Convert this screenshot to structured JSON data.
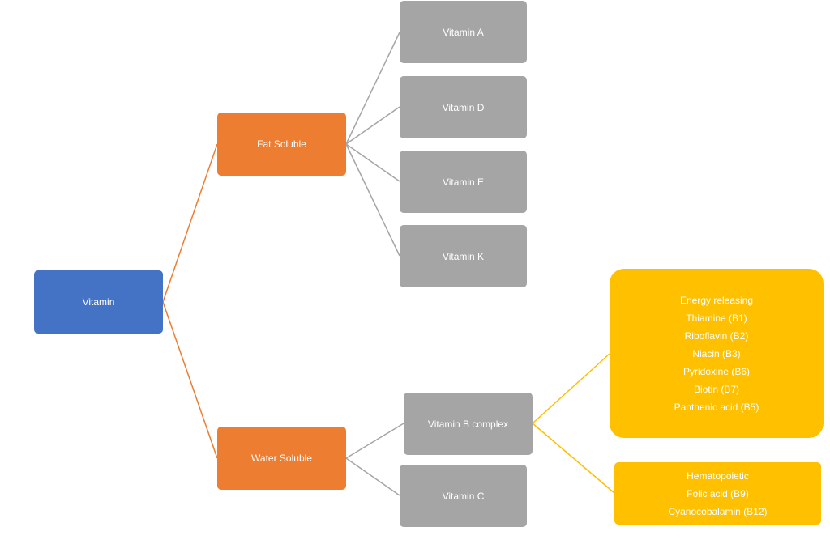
{
  "root": {
    "label": "Vitamin"
  },
  "categories": {
    "fat_soluble": {
      "label": "Fat Soluble"
    },
    "water_soluble": {
      "label": "Water Soluble"
    }
  },
  "fat_soluble_vitamins": [
    "Vitamin A",
    "Vitamin D",
    "Vitamin E",
    "Vitamin K"
  ],
  "water_soluble_vitamins": {
    "b_complex": "Vitamin B complex",
    "c": "Vitamin C"
  },
  "b_complex_groups": {
    "energy_releasing": {
      "lines": [
        "Energy releasing",
        "Thiamine (B1)",
        "Riboflavin (B2)",
        "Niacin (B3)",
        "Pyridoxine (B6)",
        "Biotin (B7)",
        "Panthenic acid (B5)"
      ]
    },
    "hematopoietic": {
      "lines": [
        "Hematopoietic",
        "Folic acid (B9)",
        "Cyanocobalamin (B12)"
      ]
    }
  },
  "colors": {
    "root": "#4472c4",
    "category": "#ed7d31",
    "vitamin": "#a5a5a5",
    "group": "#ffc000",
    "text": "#ffffff"
  }
}
